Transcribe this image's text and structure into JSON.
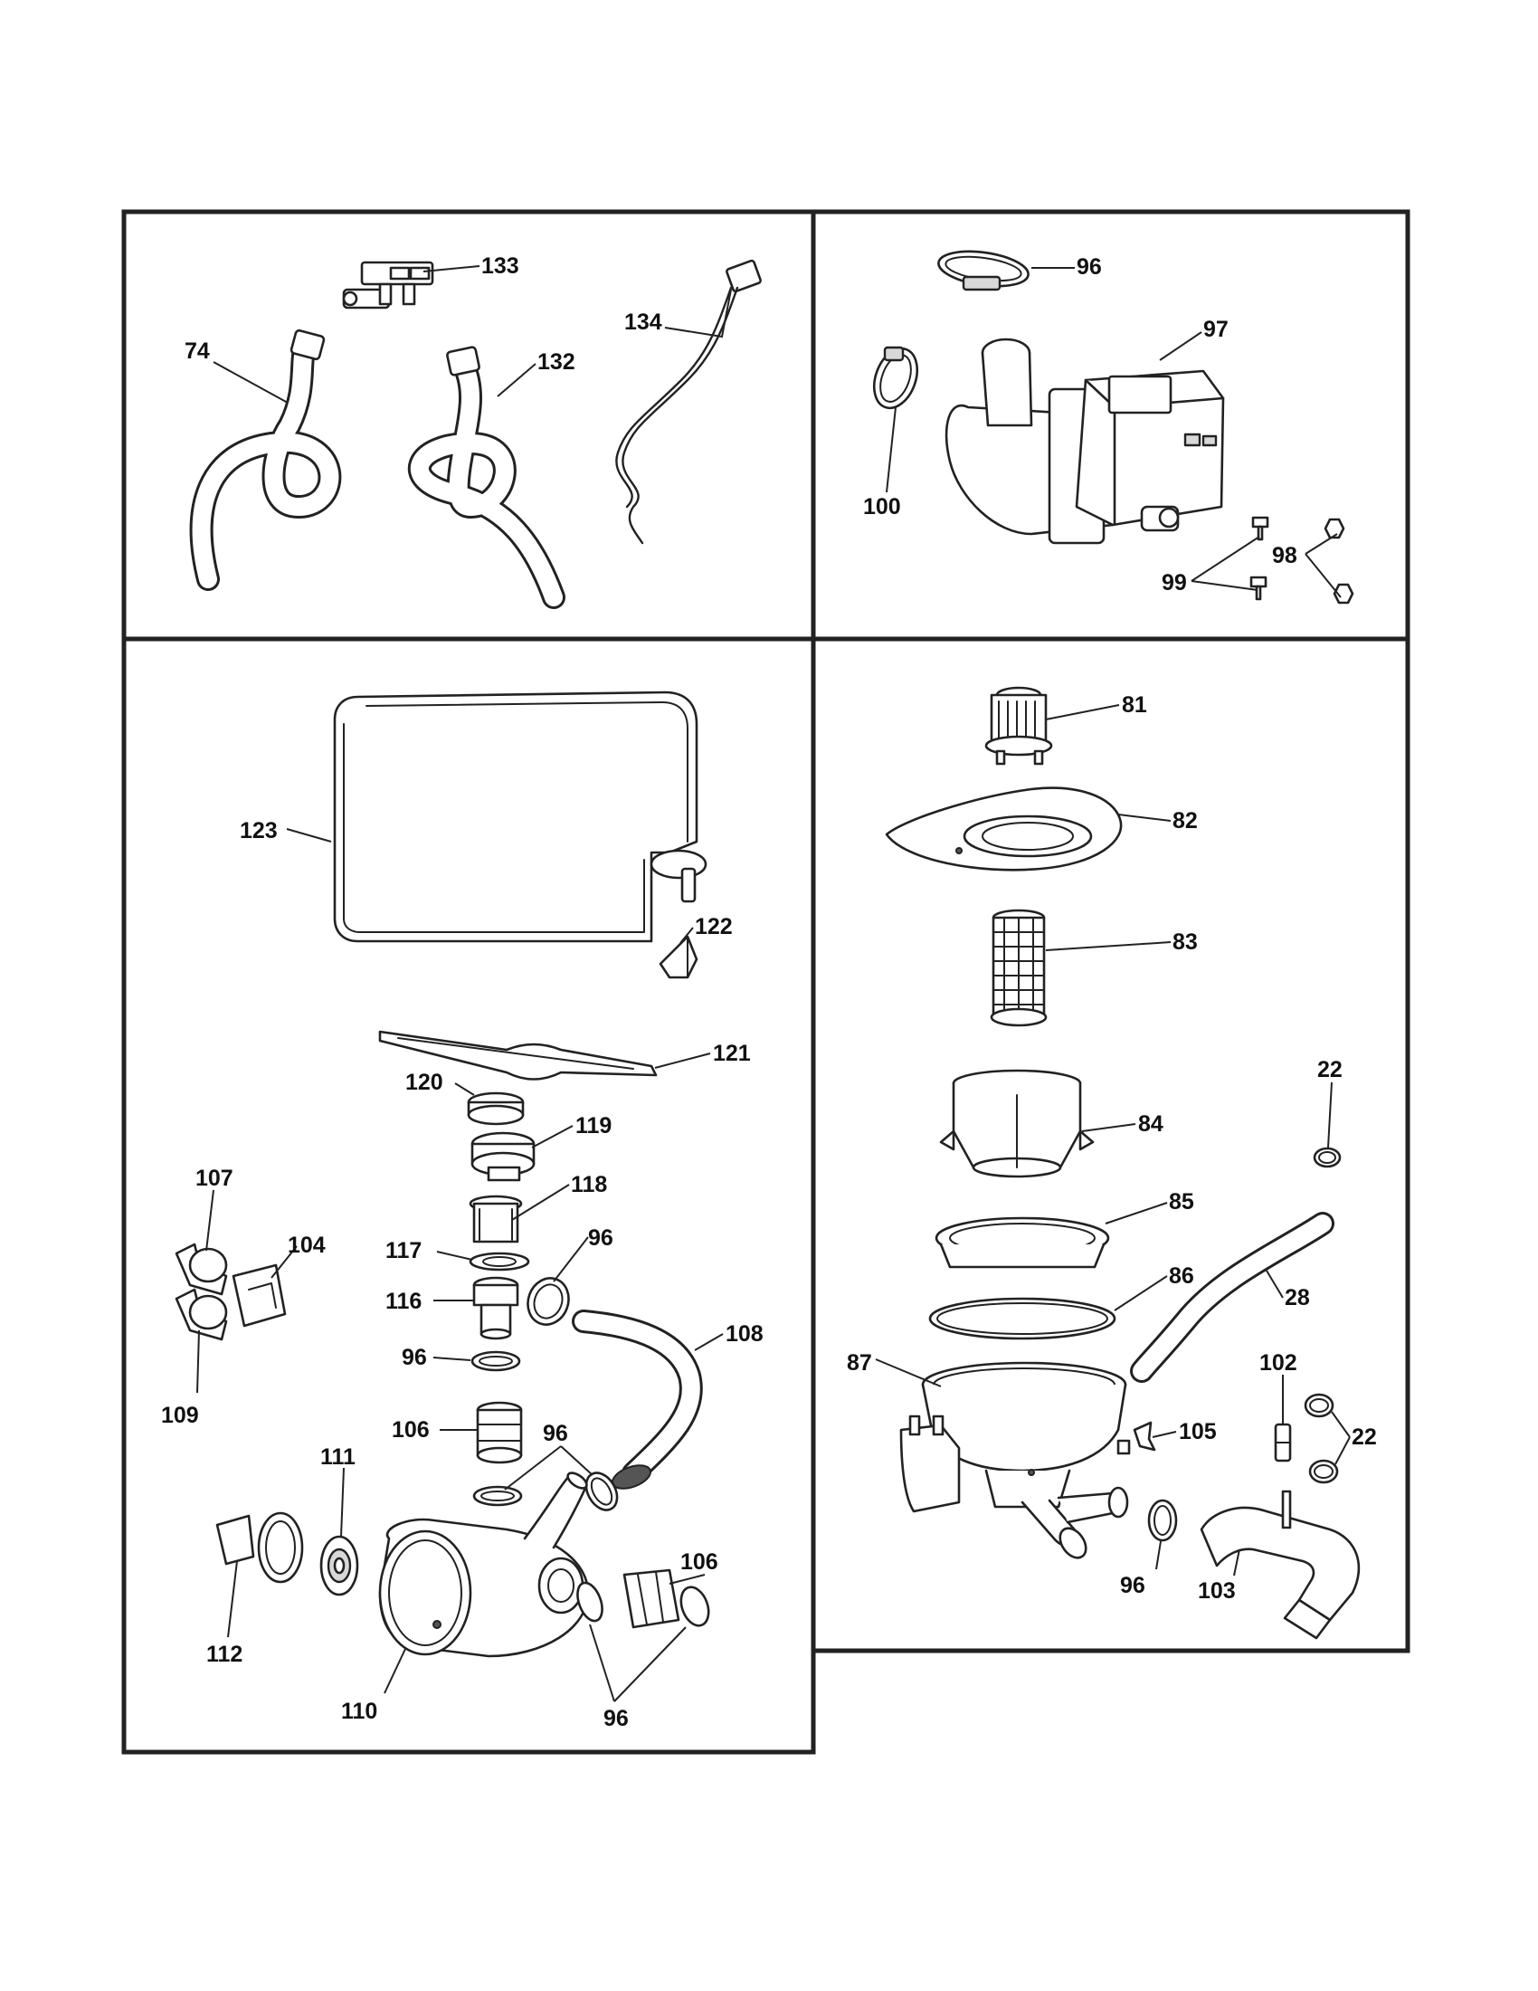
{
  "panels": [
    "hoses-and-valves",
    "drain-pump",
    "circulation-pump-assembly",
    "sump-and-filter-assembly"
  ],
  "callouts": {
    "c133": "133",
    "c74": "74",
    "c132": "132",
    "c134": "134",
    "c96a": "96",
    "c97": "97",
    "c100": "100",
    "c98": "98",
    "c99": "99",
    "c123": "123",
    "c122": "122",
    "c121": "121",
    "c120": "120",
    "c119": "119",
    "c118": "118",
    "c107": "107",
    "c104": "104",
    "c117": "117",
    "c96b": "96",
    "c116": "116",
    "c108": "108",
    "c96c": "96",
    "c109": "109",
    "c106a": "106",
    "c96d": "96",
    "c111": "111",
    "c106b": "106",
    "c112": "112",
    "c110": "110",
    "c96e": "96",
    "c81": "81",
    "c82": "82",
    "c83": "83",
    "c22a": "22",
    "c84": "84",
    "c85": "85",
    "c86": "86",
    "c28": "28",
    "c102": "102",
    "c87": "87",
    "c105": "105",
    "c22b": "22",
    "c96f": "96",
    "c103": "103"
  }
}
